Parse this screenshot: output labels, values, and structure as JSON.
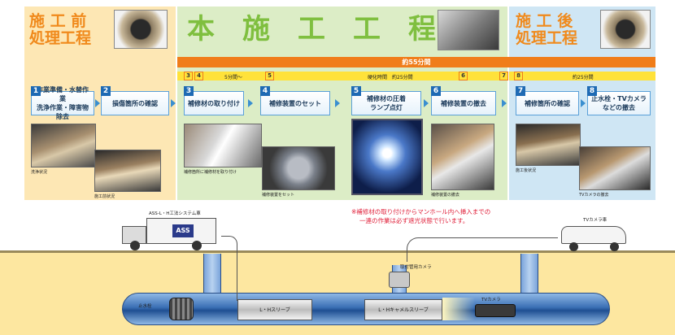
{
  "panels": {
    "pre": {
      "title_line1": "施 工 前",
      "title_line2": "処理工程"
    },
    "main": {
      "title_chars": [
        "本",
        "施",
        "工",
        "工",
        "程"
      ]
    },
    "post": {
      "title_line1": "施 工 後",
      "title_line2": "処理工程"
    }
  },
  "timeline": {
    "total": "約55分間",
    "segments": [
      {
        "num": "3"
      },
      {
        "num": "4"
      },
      {
        "label": "5分間～"
      },
      {
        "num": "5"
      },
      {
        "label": "硬化時間　約25分間"
      },
      {
        "num": "6"
      },
      {
        "num": "7"
      },
      {
        "num": "8"
      },
      {
        "label": "約25分間"
      }
    ]
  },
  "steps": [
    {
      "num": "1",
      "label_line1": "作業準備・水替作業",
      "label_line2": "洗浄作業・障害物除去"
    },
    {
      "num": "2",
      "label_line1": "損傷箇所の確認",
      "label_line2": ""
    },
    {
      "num": "3",
      "label_line1": "補修材の取り付け",
      "label_line2": ""
    },
    {
      "num": "4",
      "label_line1": "補修装置のセット",
      "label_line2": ""
    },
    {
      "num": "5",
      "label_line1": "補修材の圧着",
      "label_line2": "ランプ点灯"
    },
    {
      "num": "6",
      "label_line1": "補修装置の撤去",
      "label_line2": ""
    },
    {
      "num": "7",
      "label_line1": "補修箇所の確認",
      "label_line2": ""
    },
    {
      "num": "8",
      "label_line1": "止水栓・TVカメラ",
      "label_line2": "などの撤去"
    }
  ],
  "captions": {
    "c1": "洗浄状況",
    "c2": "施工前状況",
    "c3": "補修箇所に補修材を取り付け",
    "c4": "補修装置をセット",
    "c5": "補修装置の撤去",
    "c6": "施工後状況",
    "c7": "TVカメラの撤去"
  },
  "note": {
    "line1": "※補修材の取り付けからマンホール内へ挿入までの",
    "line2": "一連の作業は必ず遮光状態で行います。"
  },
  "diagram": {
    "truck_label": "ASS-L・H工法システム車",
    "truck_logo": "ASS",
    "tv_van_label": "TVカメラ車",
    "camera_label": "取付管用カメラ",
    "stopper_label": "止水栓",
    "sleeve1_label": "L・Hスリーブ",
    "sleeve2_label": "L・Hキャメルスリーブ",
    "tv_camera_label": "TVカメラ"
  },
  "colors": {
    "pre_bg": "#fde7b4",
    "main_bg": "#dcedc6",
    "post_bg": "#cfe6f4",
    "accent_orange": "#f07d1a",
    "accent_yellow": "#ffe23a",
    "step_blue": "#1e6ab4",
    "note_red": "#e0203a"
  }
}
